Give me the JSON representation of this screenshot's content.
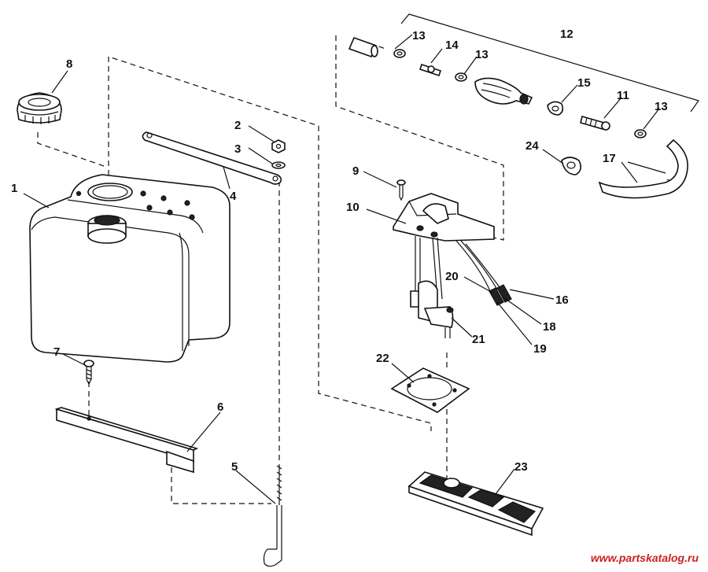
{
  "callouts": {
    "c1": "1",
    "c2": "2",
    "c3": "3",
    "c4": "4",
    "c5": "5",
    "c6": "6",
    "c7": "7",
    "c8": "8",
    "c9": "9",
    "c10": "10",
    "c11": "11",
    "c12": "12",
    "c13a": "13",
    "c13b": "13",
    "c13c": "13",
    "c14": "14",
    "c15": "15",
    "c16": "16",
    "c17": "17",
    "c18": "18",
    "c19": "19",
    "c20": "20",
    "c21": "21",
    "c22": "22",
    "c23": "23",
    "c24": "24"
  },
  "watermark": {
    "text": "www.partskatalog.ru",
    "color": "#cc2222"
  }
}
